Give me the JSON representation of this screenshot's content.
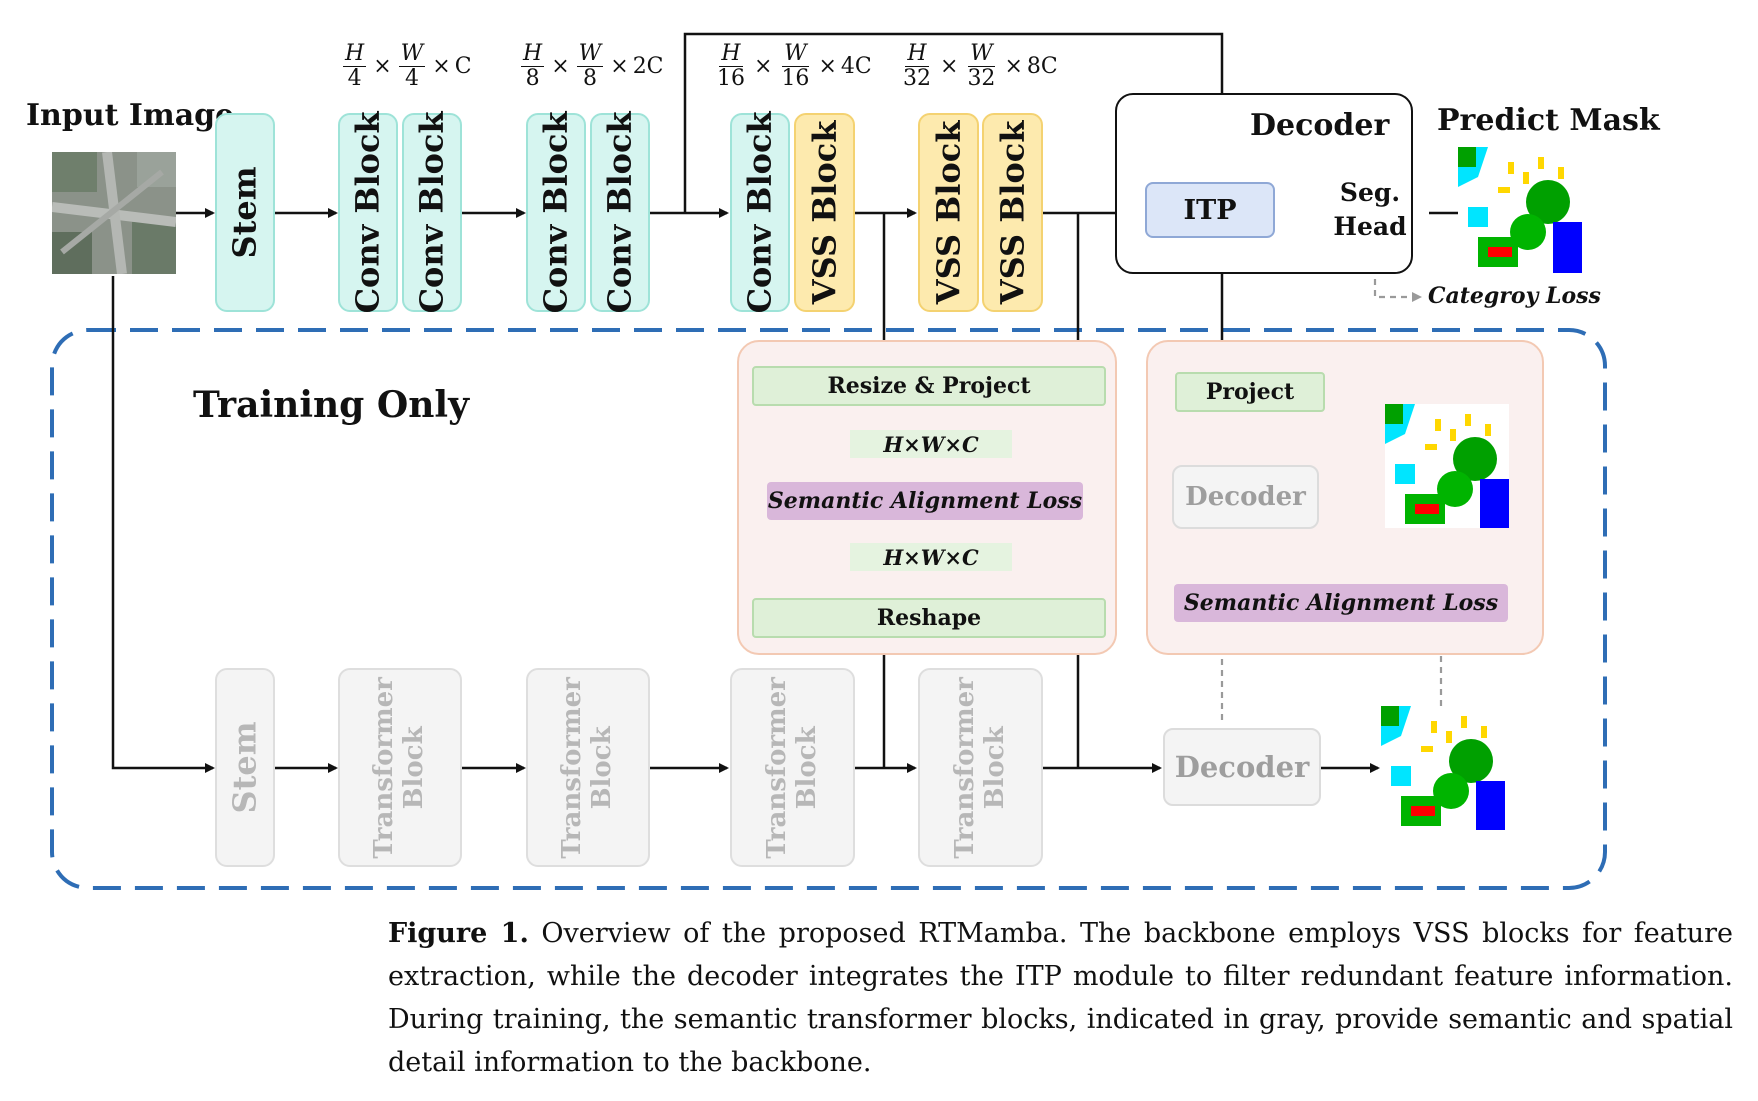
{
  "labels": {
    "input_image": "Input Image",
    "predict_mask": "Predict Mask",
    "training_only": "Training Only",
    "category_loss": "Categroy Loss"
  },
  "top": {
    "stem": "Stem",
    "conv_block": "Conv Block",
    "vss_block": "VSS Block"
  },
  "dims": [
    {
      "h": "H",
      "hd": "4",
      "w": "W",
      "wd": "4",
      "c": "C"
    },
    {
      "h": "H",
      "hd": "8",
      "w": "W",
      "wd": "8",
      "c": "2C"
    },
    {
      "h": "H",
      "hd": "16",
      "w": "W",
      "wd": "16",
      "c": "4C"
    },
    {
      "h": "H",
      "hd": "32",
      "w": "W",
      "wd": "32",
      "c": "8C"
    }
  ],
  "times": "×",
  "decoder": {
    "title": "Decoder",
    "itp": "ITP",
    "seg_head_line1": "Seg.",
    "seg_head_line2": "Head"
  },
  "middle": {
    "resize_project": "Resize & Project",
    "hwc": "H×W×C",
    "semantic_alignment_loss": "Semantic Alignment Loss",
    "reshape": "Reshape",
    "project": "Project",
    "decoder": "Decoder"
  },
  "bottom": {
    "stem": "Stem",
    "transformer_line1": "Transformer",
    "transformer_line2": "Block",
    "decoder": "Decoder"
  },
  "caption": {
    "label": "Figure 1.",
    "text": " Overview of the proposed RTMamba. The backbone employs VSS blocks for feature extraction, while the decoder integrates the ITP module to filter redundant feature information. During training, the semantic transformer blocks, indicated in gray, provide semantic and spatial detail information to the backbone."
  },
  "colors": {
    "teal": "#d6f5f0",
    "yellow": "#fdeaae",
    "gray": "#f4f4f4",
    "green": "#dff0d8",
    "purple": "#d9b7da",
    "itp": "#dce6f8",
    "dashed_border": "#2e6db5"
  }
}
